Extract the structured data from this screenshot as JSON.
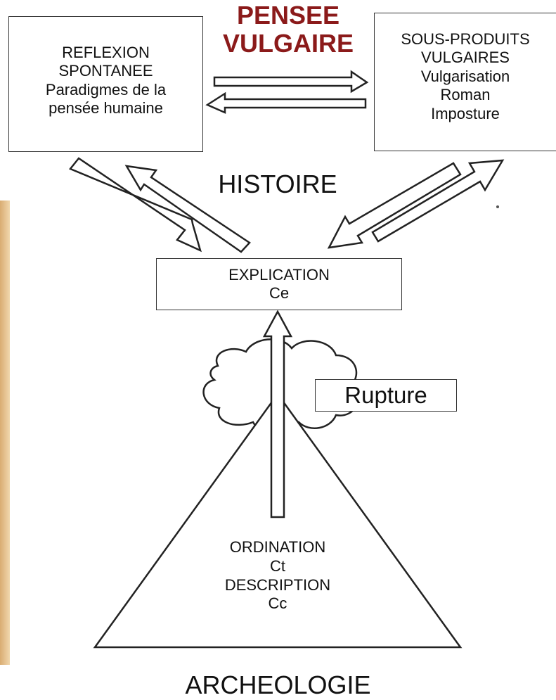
{
  "title": {
    "line1": "PENSEE",
    "line2": "VULGAIRE",
    "color": "#8b1a1a"
  },
  "reflexion": {
    "line1": "REFLEXION",
    "line2": "SPONTANEE",
    "line3": "Paradigmes de la",
    "line4": "pensée humaine"
  },
  "sous_produits": {
    "line1": "SOUS-PRODUITS",
    "line2": "VULGAIRES",
    "line3": "Vulgarisation",
    "line4": "Roman",
    "line5": "Imposture"
  },
  "histoire": "HISTOIRE",
  "explication": {
    "line1": "EXPLICATION",
    "line2": "Ce"
  },
  "rupture": "Rupture",
  "triangle": {
    "line1": "ORDINATION",
    "line2": "Ct",
    "line3": "DESCRIPTION",
    "line4": "Cc"
  },
  "archeologie": "ARCHEOLOGIE",
  "background_strip_color": "#e9c79a"
}
